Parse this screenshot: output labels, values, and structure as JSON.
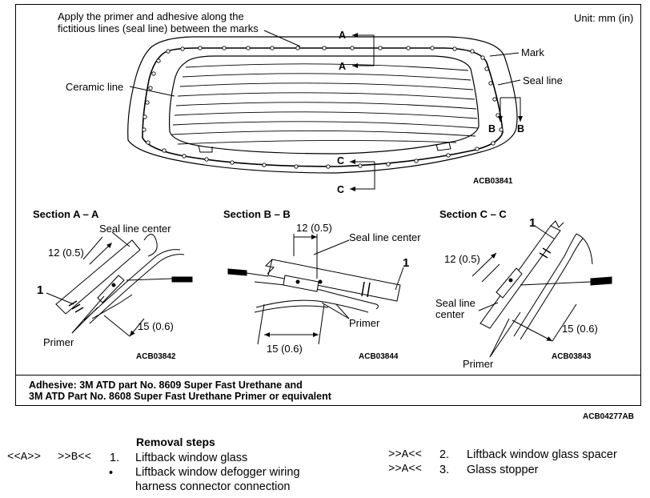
{
  "header": {
    "instruction_line1": "Apply the primer and adhesive along the",
    "instruction_line2": "fictitious lines (seal line) between the marks",
    "unit": "Unit: mm (in)"
  },
  "main_figure": {
    "labels": {
      "mark": "Mark",
      "seal_line": "Seal line",
      "ceramic_line": "Ceramic line",
      "a_top": "A",
      "a_bottom": "A",
      "b_left": "B",
      "b_right": "B",
      "c_top": "C",
      "c_bottom": "C"
    },
    "code": "ACB03841"
  },
  "sections": {
    "a": {
      "title": "Section A – A",
      "seal_line_center": "Seal line center",
      "dim_top": "12 (0.5)",
      "dim_bottom": "15 (0.6)",
      "part_no": "1",
      "primer": "Primer",
      "code": "ACB03842"
    },
    "b": {
      "title": "Section B – B",
      "seal_line_center": "Seal line center",
      "dim_top": "12 (0.5)",
      "dim_bottom": "15 (0.6)",
      "part_no": "1",
      "primer": "Primer",
      "code": "ACB03844"
    },
    "c": {
      "title": "Section C – C",
      "seal_line_center_1": "Seal line",
      "seal_line_center_2": "center",
      "dim_top": "12 (0.5)",
      "dim_bottom": "15 (0.6)",
      "part_no": "1",
      "primer": "Primer",
      "code": "ACB03843"
    }
  },
  "adhesive_note": {
    "line1": "Adhesive: 3M ATD part No. 8609 Super Fast Urethane and",
    "line2": "3M ATD Part No. 8608 Super Fast Urethane Primer or equivalent"
  },
  "figure_code": "ACB04277AB",
  "removal_steps": {
    "title": "Removal steps",
    "left": [
      {
        "marks_a": "<<A>>",
        "marks_b": ">>B<<",
        "num": "1.",
        "text": "Liftback window glass"
      },
      {
        "bullet": "•",
        "text_line1": "Liftback window defogger wiring",
        "text_line2": "harness connector connection"
      }
    ],
    "right": [
      {
        "marks": ">>A<<",
        "num": "2.",
        "text": "Liftback window glass spacer"
      },
      {
        "marks": ">>A<<",
        "num": "3.",
        "text": "Glass stopper"
      }
    ]
  }
}
